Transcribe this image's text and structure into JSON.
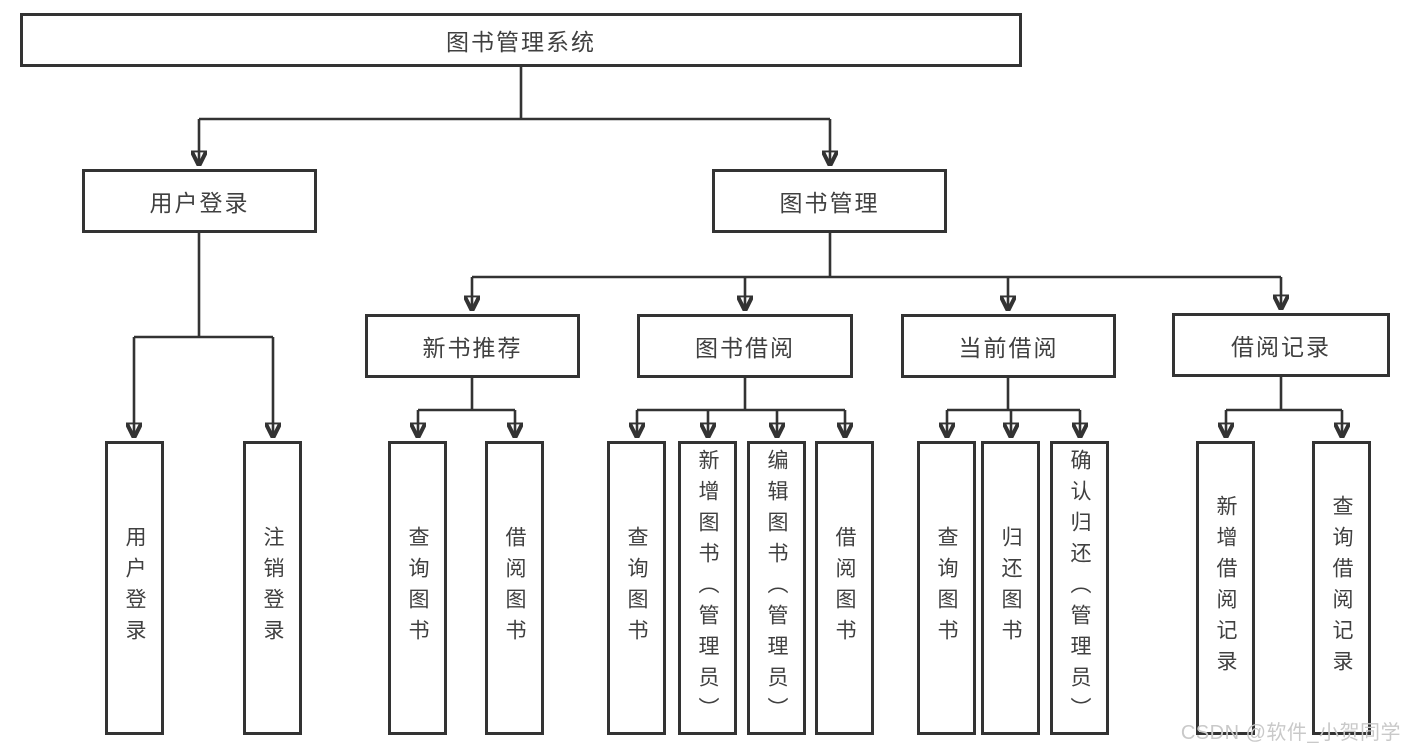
{
  "diagram": {
    "title_node": "图书管理系统",
    "root": {
      "label": "图书管理系统"
    },
    "branches": [
      {
        "label": "用户登录",
        "children": [
          {
            "label": "用户登录"
          },
          {
            "label": "注销登录"
          }
        ]
      },
      {
        "label": "图书管理",
        "children": [
          {
            "label": "新书推荐",
            "children": [
              {
                "label": "查询图书"
              },
              {
                "label": "借阅图书"
              }
            ]
          },
          {
            "label": "图书借阅",
            "children": [
              {
                "label": "查询图书"
              },
              {
                "label": "新增图书（管理员）"
              },
              {
                "label": "编辑图书（管理员）"
              },
              {
                "label": "借阅图书"
              }
            ]
          },
          {
            "label": "当前借阅",
            "children": [
              {
                "label": "查询图书"
              },
              {
                "label": "归还图书"
              },
              {
                "label": "确认归还（管理员）"
              }
            ]
          },
          {
            "label": "借阅记录",
            "children": [
              {
                "label": "新增借阅记录"
              },
              {
                "label": "查询借阅记录"
              }
            ]
          }
        ]
      }
    ]
  },
  "watermark": {
    "text": "CSDN @软件_小贺同学"
  },
  "colors": {
    "line": "#333333",
    "text": "#404040",
    "box_background": "#ffffff",
    "page_background": "#ffffff",
    "watermark": "#c9c9c9"
  }
}
